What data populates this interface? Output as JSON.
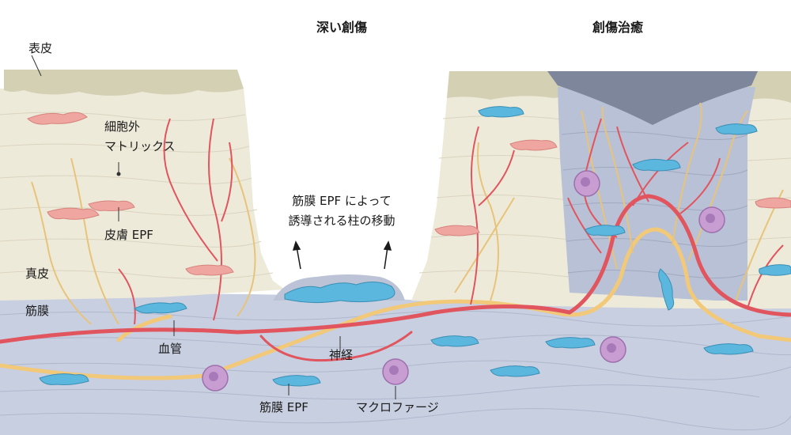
{
  "titles": {
    "deep_wound": "深い創傷",
    "wound_healing": "創傷治癒"
  },
  "labels": {
    "epidermis": "表皮",
    "ecm_line1": "細胞外",
    "ecm_line2": "マトリックス",
    "skin_epf": "皮膚 EPF",
    "dermis": "真皮",
    "fascia": "筋膜",
    "migration_line1": "筋膜 EPF によって",
    "migration_line2": "誘導される柱の移動",
    "blood_vessel": "血管",
    "nerve": "神経",
    "fascia_epf": "筋膜 EPF",
    "macrophage": "マクロファージ"
  },
  "colors": {
    "epidermis": "#d4d0b4",
    "dermis": "#eeeada",
    "fascia": "#c8cfe0",
    "scar_dermis": "#b9c1d6",
    "scar_top": "#7e869c",
    "vessel": "#e0555e",
    "nerve": "#f2c879",
    "fascia_fibroblast": "#5bb7de",
    "skin_fibroblast": "#f0a6a0",
    "macrophage": "#c89ed2"
  },
  "icons": [
    "arrow-up-icon"
  ]
}
